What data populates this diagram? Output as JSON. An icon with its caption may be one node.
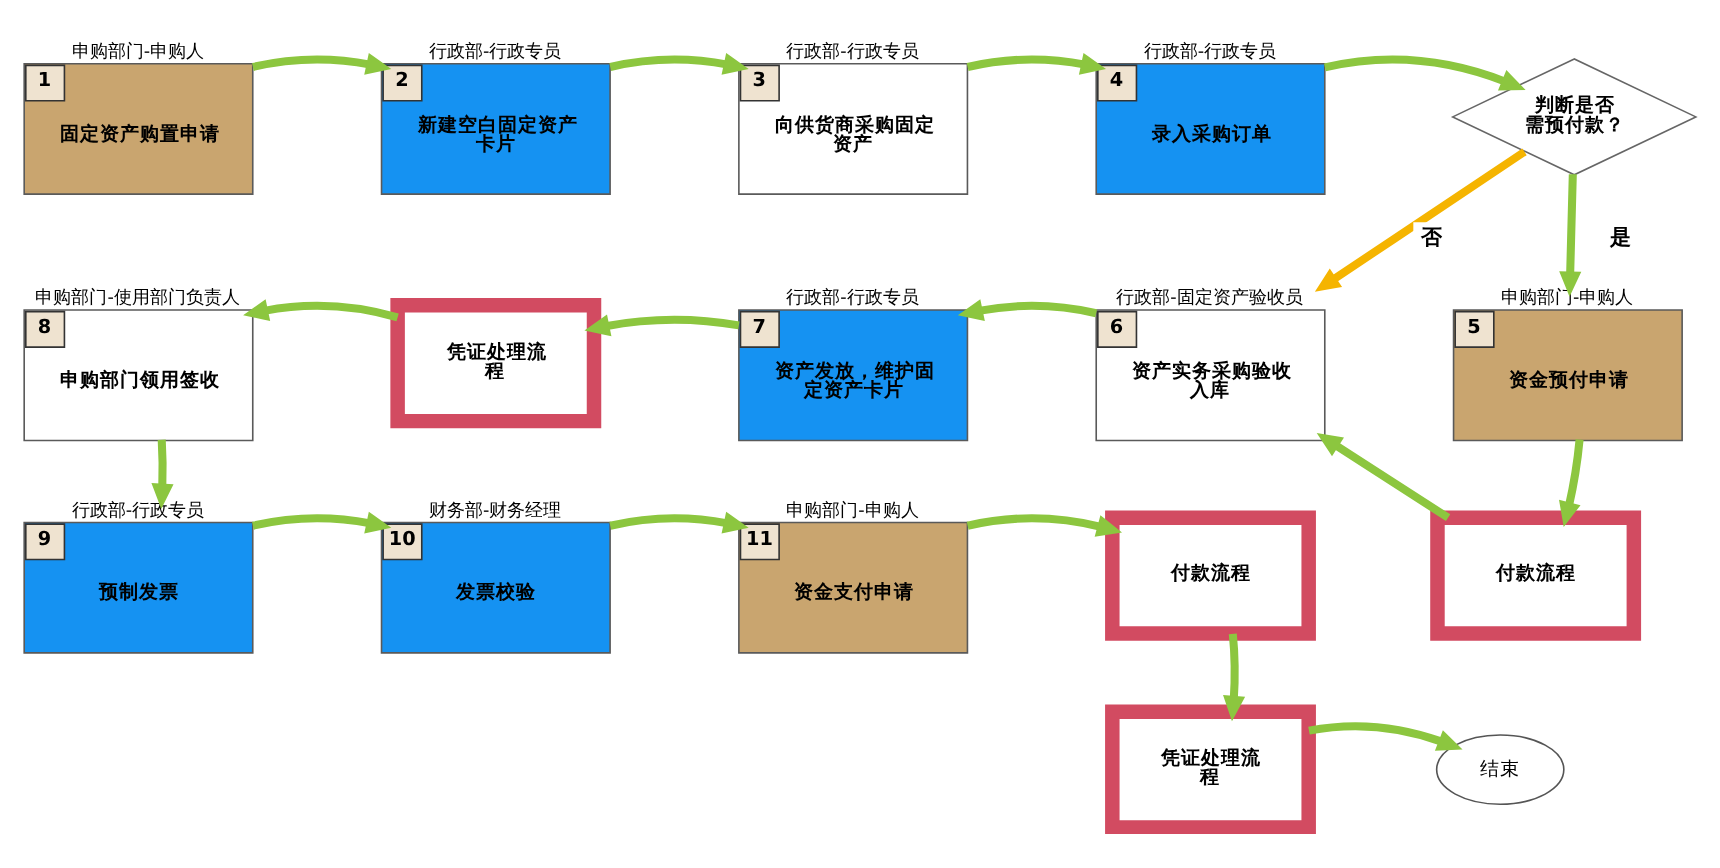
{
  "diagram": {
    "nodes": [
      {
        "text": [
          "申购部门-申购人",
          "1",
          "固定资产购置申请"
        ]
      },
      {
        "text": [
          "行政部-行政专员",
          "2",
          "新建空白固定资产卡片"
        ]
      },
      {
        "text": [
          "行政部-行政专员",
          "3",
          "向供货商采购固定资产"
        ]
      },
      {
        "text": [
          "行政部-行政专员",
          "4",
          "录入采购订单"
        ]
      },
      {
        "text": [
          "判断是否需预付款？"
        ]
      },
      {
        "text": [
          "申购部门-使用部门负责人",
          "8",
          "申购部门领用签收"
        ]
      },
      {
        "text": [
          "凭证处理流程"
        ]
      },
      {
        "text": [
          "行政部-行政专员",
          "7",
          "资产发放，维护固定资产卡片"
        ]
      },
      {
        "text": [
          "行政部-固定资产验收员",
          "6",
          "资产实务采购验收入库"
        ]
      },
      {
        "text": [
          "申购部门-申购人",
          "5",
          "资金预付申请"
        ]
      },
      {
        "text": [
          "行政部-行政专员",
          "9",
          "预制发票"
        ]
      },
      {
        "text": [
          "财务部-财务经理",
          "10",
          "发票校验"
        ]
      },
      {
        "text": [
          "申购部门-申购人",
          "11",
          "资金支付申请"
        ]
      },
      {
        "text": [
          "付款流程"
        ]
      },
      {
        "text": [
          "付款流程"
        ]
      },
      {
        "text": [
          "凭证处理流程"
        ]
      },
      {
        "text": [
          "结束"
        ]
      }
    ],
    "edges": [
      {
        "from": 0,
        "to": 1,
        "arrow": "to"
      },
      {
        "from": 1,
        "to": 2,
        "arrow": "to"
      },
      {
        "from": 2,
        "to": 3,
        "arrow": "to"
      },
      {
        "from": 3,
        "to": 4,
        "arrow": "to"
      },
      {
        "from": 4,
        "to": 8,
        "arrow": "to",
        "label": "否",
        "color": "#f5b400"
      },
      {
        "from": 4,
        "to": 9,
        "arrow": "to",
        "label": "是"
      },
      {
        "from": 9,
        "to": 14,
        "arrow": "to"
      },
      {
        "from": 14,
        "to": 8,
        "arrow": "to"
      },
      {
        "from": 8,
        "to": 7,
        "arrow": "to"
      },
      {
        "from": 7,
        "to": 6,
        "arrow": "to"
      },
      {
        "from": 6,
        "to": 5,
        "arrow": "to"
      },
      {
        "from": 5,
        "to": 10,
        "arrow": "to"
      },
      {
        "from": 10,
        "to": 11,
        "arrow": "to"
      },
      {
        "from": 11,
        "to": 12,
        "arrow": "to"
      },
      {
        "from": 12,
        "to": 13,
        "arrow": "to"
      },
      {
        "from": 13,
        "to": 15,
        "arrow": "to"
      },
      {
        "from": 15,
        "to": 16,
        "arrow": "to"
      }
    ]
  }
}
